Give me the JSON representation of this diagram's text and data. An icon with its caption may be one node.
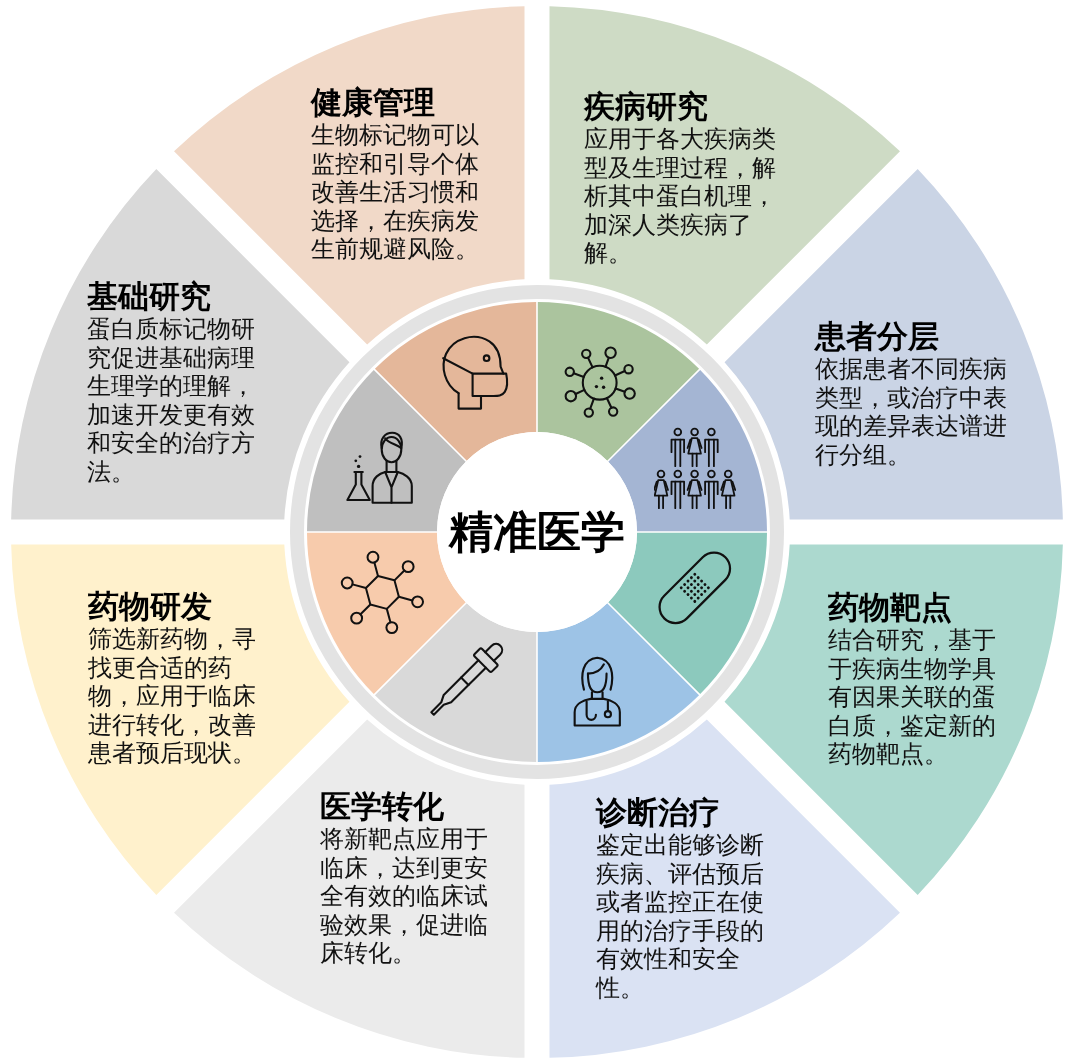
{
  "diagram": {
    "nodes": [
      {
        "text": [
          "精准医学"
        ]
      },
      {
        "text": [
          "健康管理",
          "生物标记物可以监控和引导个体改善生活习惯和选择，在疾病发生前规避风险。"
        ]
      },
      {
        "text": [
          "疾病研究",
          "应用于各大疾病类型及生理过程，解析其中蛋白机理，加深人类疾病了解。"
        ]
      },
      {
        "text": [
          "患者分层",
          "依据患者不同疾病类型，或治疗中表现的差异表达谱进行分组。"
        ]
      },
      {
        "text": [
          "药物靶点",
          "结合研究，基于于疾病生物学具有因果关联的蛋白质，鉴定新的药物靶点。"
        ]
      },
      {
        "text": [
          "诊断治疗",
          "鉴定出能够诊断疾病、评估预后或者监控正在使用的治疗手段的有效性和安全性。"
        ]
      },
      {
        "text": [
          "医学转化",
          "将新靶点应用于临床，达到更安全有效的临床试验效果，促进临床转化。"
        ]
      },
      {
        "text": [
          "药物研发",
          "筛选新药物，寻找更合适的药物，应用于临床进行转化，改善患者预后现状。"
        ]
      },
      {
        "text": [
          "基础研究",
          "蛋白质标记物研究促进基础病理生理学的理解，加速开发更有效和安全的治疗方法。"
        ]
      },
      {
        "text": [],
        "shape": "picture"
      },
      {
        "text": [],
        "shape": "picture"
      },
      {
        "text": [],
        "shape": "picture"
      },
      {
        "text": [],
        "shape": "picture"
      },
      {
        "text": [],
        "shape": "picture"
      },
      {
        "text": [],
        "shape": "picture"
      },
      {
        "text": [],
        "shape": "picture"
      },
      {
        "text": [],
        "shape": "picture"
      }
    ]
  }
}
